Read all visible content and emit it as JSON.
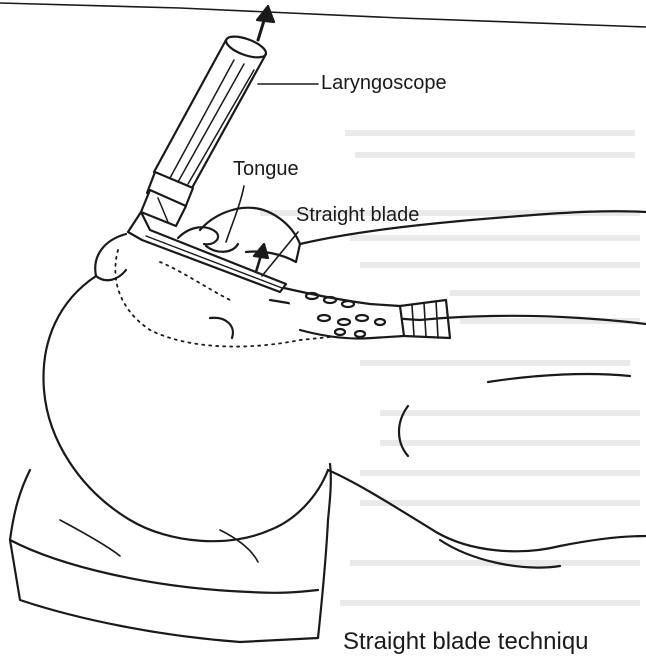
{
  "labels": {
    "laryngoscope": "Laryngoscope",
    "tongue": "Tongue",
    "straight_blade": "Straight blade",
    "caption": "Straight blade techniqu"
  },
  "colors": {
    "ink": "#1a1a1a",
    "paper": "#ffffff",
    "bleed_through": "#d9d9d9"
  }
}
